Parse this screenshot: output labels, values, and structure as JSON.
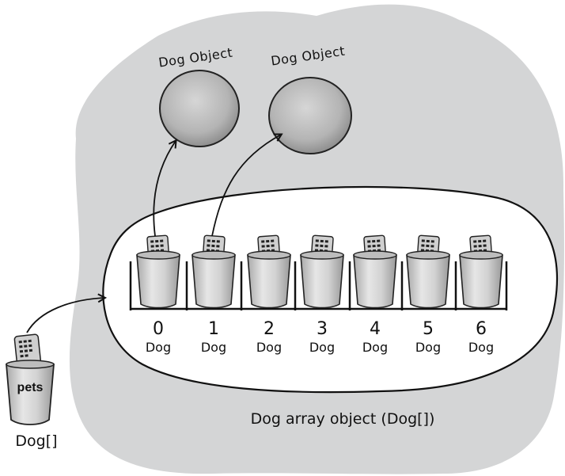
{
  "objects": [
    {
      "label": "Dog Object"
    },
    {
      "label": "Dog Object"
    }
  ],
  "slots": [
    {
      "index": "0",
      "type": "Dog"
    },
    {
      "index": "1",
      "type": "Dog"
    },
    {
      "index": "2",
      "type": "Dog"
    },
    {
      "index": "3",
      "type": "Dog"
    },
    {
      "index": "4",
      "type": "Dog"
    },
    {
      "index": "5",
      "type": "Dog"
    },
    {
      "index": "6",
      "type": "Dog"
    }
  ],
  "array_caption": "Dog array object (Dog[])",
  "pets": {
    "name": "pets",
    "type": "Dog[]"
  },
  "colors": {
    "heap": "#d4d5d6",
    "object": "#b8b8b8",
    "cup": "#c9c9c9",
    "remote": "#cfcfcf"
  }
}
